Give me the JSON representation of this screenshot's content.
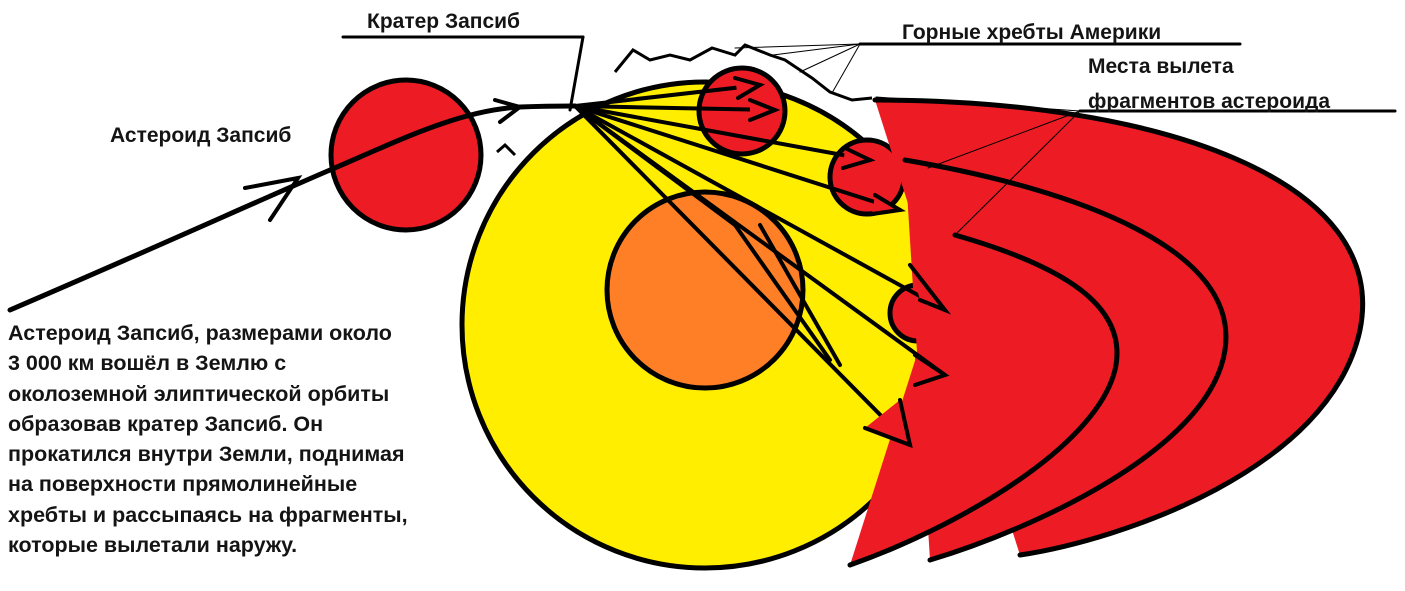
{
  "labels": {
    "crater": "Кратер Запсиб",
    "mountains": "Горные хребты Америки",
    "launch_sites_line1": "Места вылета",
    "launch_sites_line2": "фрагментов астероида",
    "asteroid": "Астероид Запсиб"
  },
  "description": [
    "Астероид Запсиб, размерами около",
    "3 000 км вошёл в Землю с",
    "околоземной элиптической орбиты",
    "образовав кратер Запсиб. Он",
    "прокатился внутри Земли, поднимая",
    "на поверхности прямолинейные",
    "хребты и рассыпаясь на фрагменты,",
    "которые вылетали наружу."
  ],
  "colors": {
    "earth": "#ffee00",
    "core": "#ff7f27",
    "asteroid": "#ed1c24",
    "ink": "#000000"
  }
}
